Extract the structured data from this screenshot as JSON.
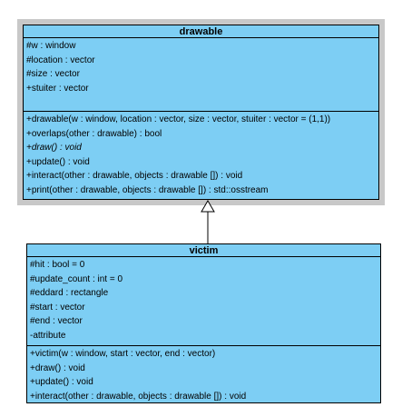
{
  "classes": {
    "drawable": {
      "name": "drawable",
      "attributes": [
        {
          "text": "#w : window",
          "abstract": false
        },
        {
          "text": "#location : vector",
          "abstract": false
        },
        {
          "text": "#size : vector",
          "abstract": false
        },
        {
          "text": "+stuiter : vector",
          "abstract": false
        }
      ],
      "operations": [
        {
          "text": "+drawable(w : window, location : vector, size : vector, stuiter : vector = (1,1))",
          "abstract": false
        },
        {
          "text": "+overlaps(other : drawable) : bool",
          "abstract": false
        },
        {
          "text": "+draw() : void",
          "abstract": true
        },
        {
          "text": "+update() : void",
          "abstract": false
        },
        {
          "text": "+interact(other : drawable, objects : drawable []) : void",
          "abstract": false
        },
        {
          "text": "+print(other : drawable, objects : drawable []) : std::osstream",
          "abstract": false
        }
      ],
      "selected": true
    },
    "victim": {
      "name": "victim",
      "attributes": [
        {
          "text": "#hit : bool = 0",
          "abstract": false
        },
        {
          "text": "#update_count : int = 0",
          "abstract": false
        },
        {
          "text": "#eddard : rectangle",
          "abstract": false
        },
        {
          "text": "#start : vector",
          "abstract": false
        },
        {
          "text": "#end : vector",
          "abstract": false
        },
        {
          "text": "-attribute",
          "abstract": false
        }
      ],
      "operations": [
        {
          "text": "+victim(w : window, start : vector, end : vector)",
          "abstract": false
        },
        {
          "text": "+draw() : void",
          "abstract": false
        },
        {
          "text": "+update() : void",
          "abstract": false
        },
        {
          "text": "+interact(other : drawable, objects : drawable []) : void",
          "abstract": false
        }
      ],
      "selected": false
    }
  },
  "relationships": [
    {
      "type": "generalization",
      "from": "victim",
      "to": "drawable"
    }
  ],
  "colors": {
    "class_fill": "#7dcef4",
    "selection_frame": "#c8c8c8",
    "line": "#000000"
  }
}
